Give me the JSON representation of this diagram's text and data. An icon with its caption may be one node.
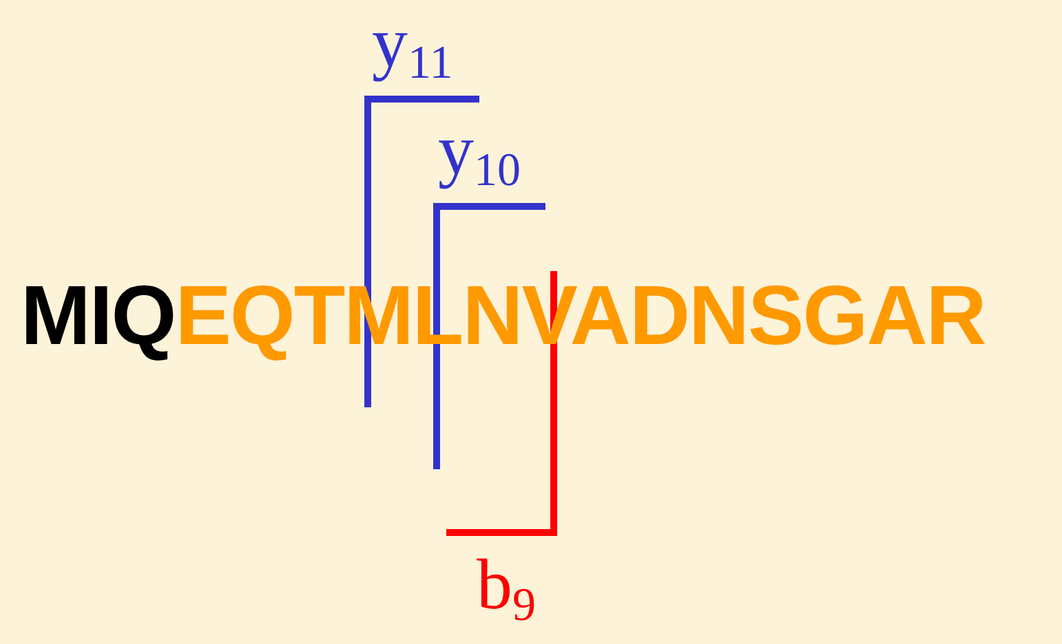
{
  "diagram": {
    "labels": [
      "MIQ",
      "EQTMLNVADNSGAR",
      "y$_{11}$",
      "y$_{10}$",
      "b$_{9}$"
    ]
  }
}
